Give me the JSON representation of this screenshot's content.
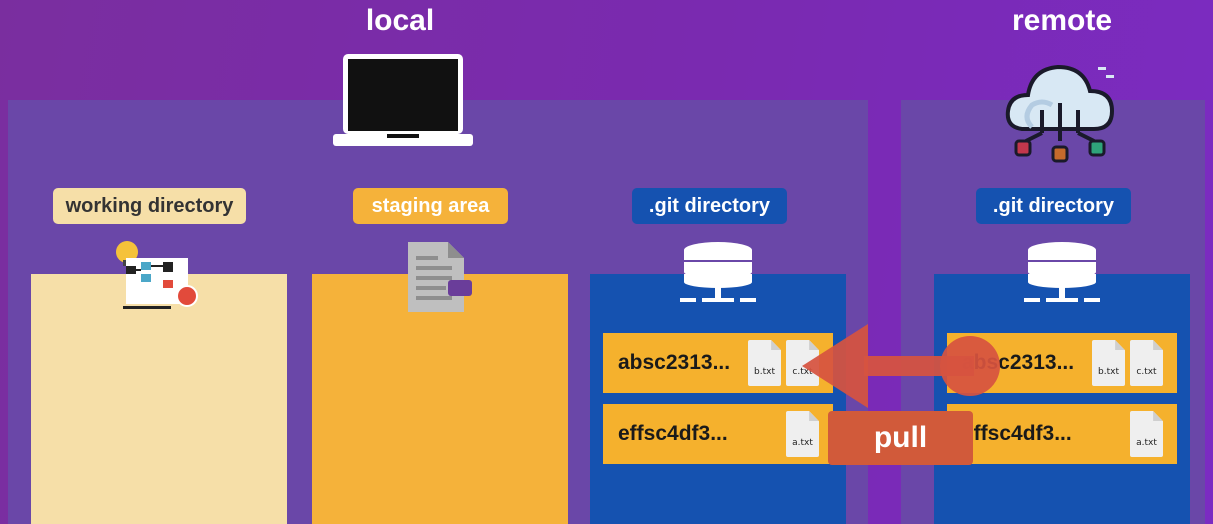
{
  "headings": {
    "local": "local",
    "remote": "remote"
  },
  "labels": {
    "working": "working directory",
    "staging": "staging area",
    "git_local": ".git directory",
    "git_remote": ".git directory"
  },
  "local_commits": [
    {
      "hash": "absc2313...",
      "files": [
        "b.txt",
        "c.txt"
      ]
    },
    {
      "hash": "effsc4df3...",
      "files": [
        "a.txt"
      ]
    }
  ],
  "remote_commits": [
    {
      "hash": "absc2313...",
      "files": [
        "b.txt",
        "c.txt"
      ]
    },
    {
      "hash": "effsc4df3...",
      "files": [
        "a.txt"
      ]
    }
  ],
  "action": {
    "label": "pull"
  },
  "colors": {
    "working": "#f6dfa8",
    "staging": "#f5b23a",
    "git": "#1552b0",
    "commit": "#f5b12d",
    "arrow": "#d6533f"
  }
}
